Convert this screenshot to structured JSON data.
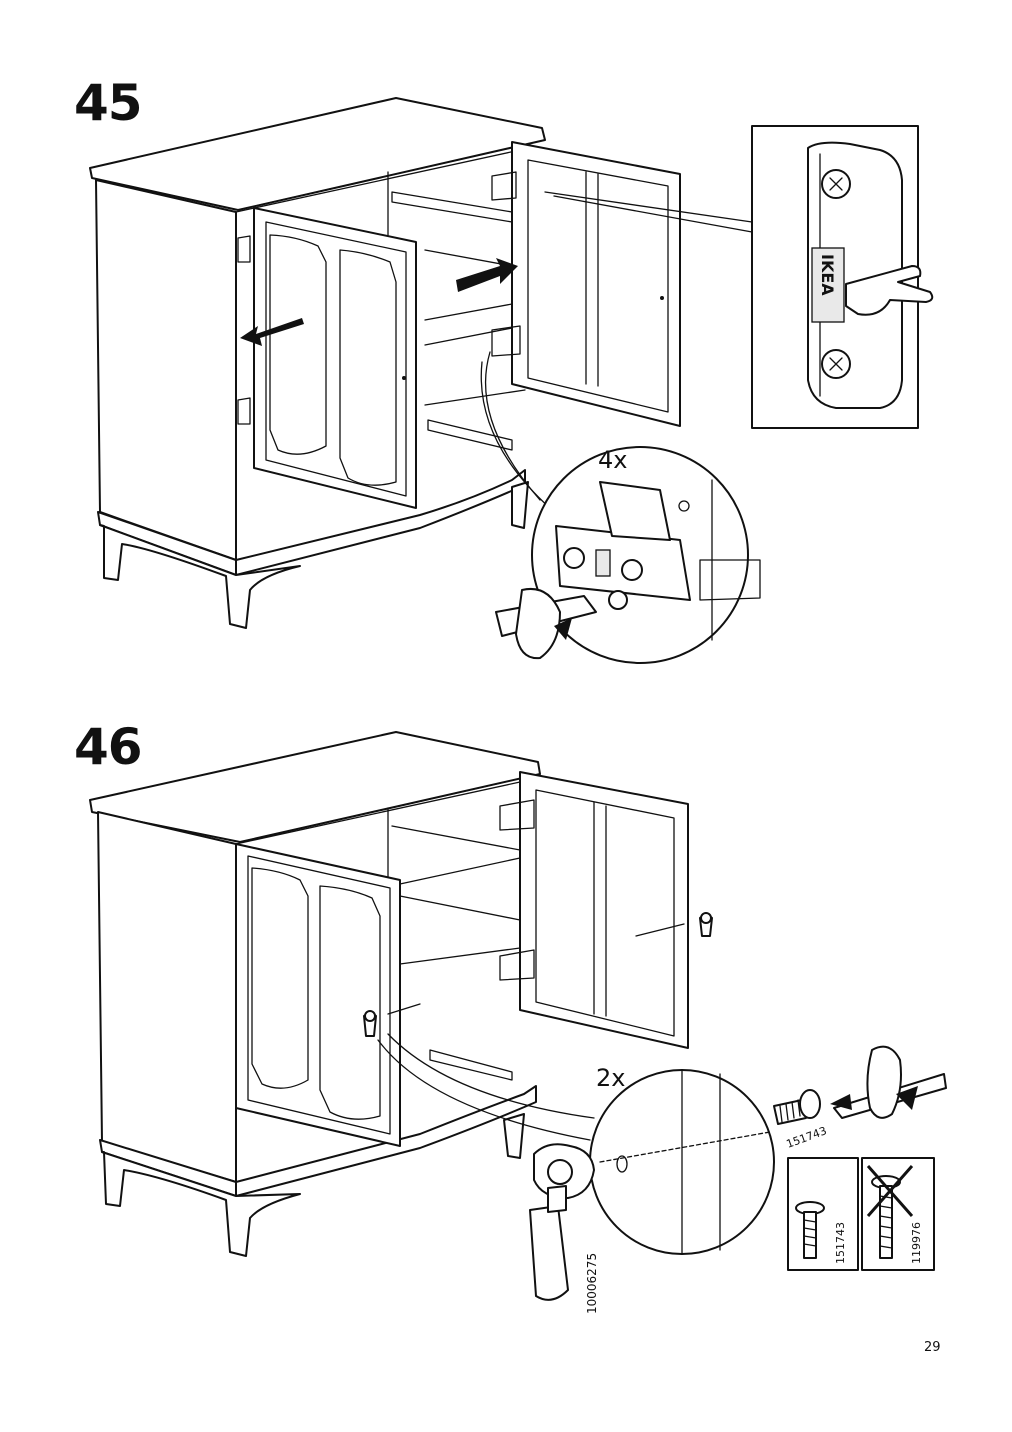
{
  "steps": [
    {
      "number": "45",
      "detail_quantity": "4x",
      "brand_mark": "IKEA"
    },
    {
      "number": "46",
      "detail_quantity": "2x",
      "part_handle": "10006275",
      "part_screw_detail": "151743",
      "part_screw_correct": "151743",
      "part_screw_wrong": "119976"
    }
  ],
  "page_number": "29"
}
